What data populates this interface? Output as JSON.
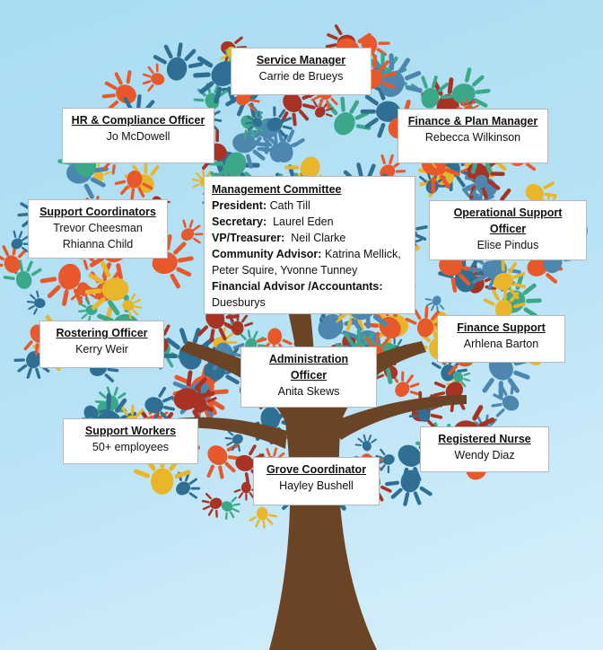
{
  "roles": [
    {
      "title": "Service Manager",
      "names": [
        "Carrie de Brueys"
      ]
    },
    {
      "title": "HR & Compliance Officer",
      "names": [
        "Jo McDowell"
      ]
    },
    {
      "title": "Finance & Plan Manager",
      "names": [
        "Rebecca Wilkinson"
      ]
    },
    {
      "title": "Support Coordinators",
      "names": [
        "Trevor Cheesman",
        "Rhianna Child"
      ]
    },
    {
      "title": "Operational Support Officer",
      "names": [
        "Elise Pindus"
      ]
    },
    {
      "title": "Rostering Officer",
      "names": [
        "Kerry Weir"
      ]
    },
    {
      "title": "Finance Support",
      "names": [
        "Arhlena Barton"
      ]
    },
    {
      "title": "Administration Officer",
      "names": [
        "Anita Skews"
      ]
    },
    {
      "title": "Support Workers",
      "names": [
        "50+ employees"
      ]
    },
    {
      "title": "Registered Nurse",
      "names": [
        "Wendy Diaz"
      ]
    },
    {
      "title": "Grove Coordinator",
      "names": [
        "Hayley Bushell"
      ]
    }
  ],
  "committee": {
    "title": "Management Committee",
    "members": [
      {
        "label": "President:",
        "value": " Cath Till"
      },
      {
        "label": "Secretary:",
        "value": "  Laurel Eden"
      },
      {
        "label": "VP/Treasurer:",
        "value": "  Neil Clarke"
      },
      {
        "label": "Community Advisor:",
        "value": " Katrina Mellick, Peter Squire, Yvonne Tunney"
      },
      {
        "label": "Financial Advisor /Accountants:",
        "value": " Duesburys"
      }
    ]
  },
  "colors": {
    "hands": [
      "#e8582a",
      "#2f6f93",
      "#e9b52a",
      "#a83223",
      "#3aa889",
      "#4d87b0"
    ],
    "trunk": "#6b4426"
  }
}
